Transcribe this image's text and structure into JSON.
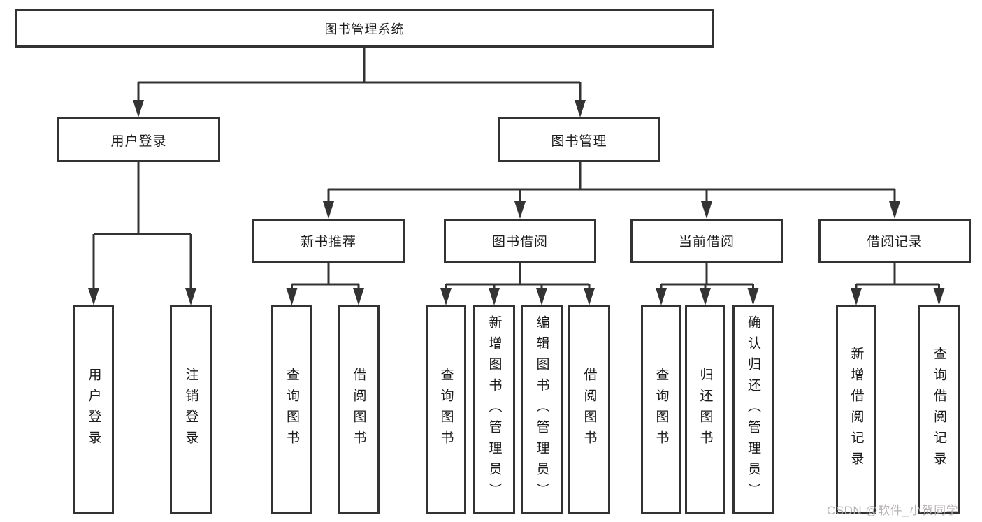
{
  "tree": {
    "label": "图书管理系统",
    "children": [
      {
        "label": "用户登录",
        "children": [
          {
            "label": "用户登录"
          },
          {
            "label": "注销登录"
          }
        ]
      },
      {
        "label": "图书管理",
        "children": [
          {
            "label": "新书推荐",
            "children": [
              {
                "label": "查询图书"
              },
              {
                "label": "借阅图书"
              }
            ]
          },
          {
            "label": "图书借阅",
            "children": [
              {
                "label": "查询图书"
              },
              {
                "label": "新增图书（管理员）"
              },
              {
                "label": "编辑图书（管理员）"
              },
              {
                "label": "借阅图书"
              }
            ]
          },
          {
            "label": "当前借阅",
            "children": [
              {
                "label": "查询图书"
              },
              {
                "label": "归还图书"
              },
              {
                "label": "确认归还（管理员）"
              }
            ]
          },
          {
            "label": "借阅记录",
            "children": [
              {
                "label": "新增借阅记录"
              },
              {
                "label": "查询借阅记录"
              }
            ]
          }
        ]
      }
    ]
  },
  "watermark": {
    "text": "CSDN @软件_小贺同学"
  },
  "colors": {
    "line": "#333333",
    "text": "#1b1b1b",
    "wm": "#b5b0b2",
    "bg": "#ffffff"
  }
}
